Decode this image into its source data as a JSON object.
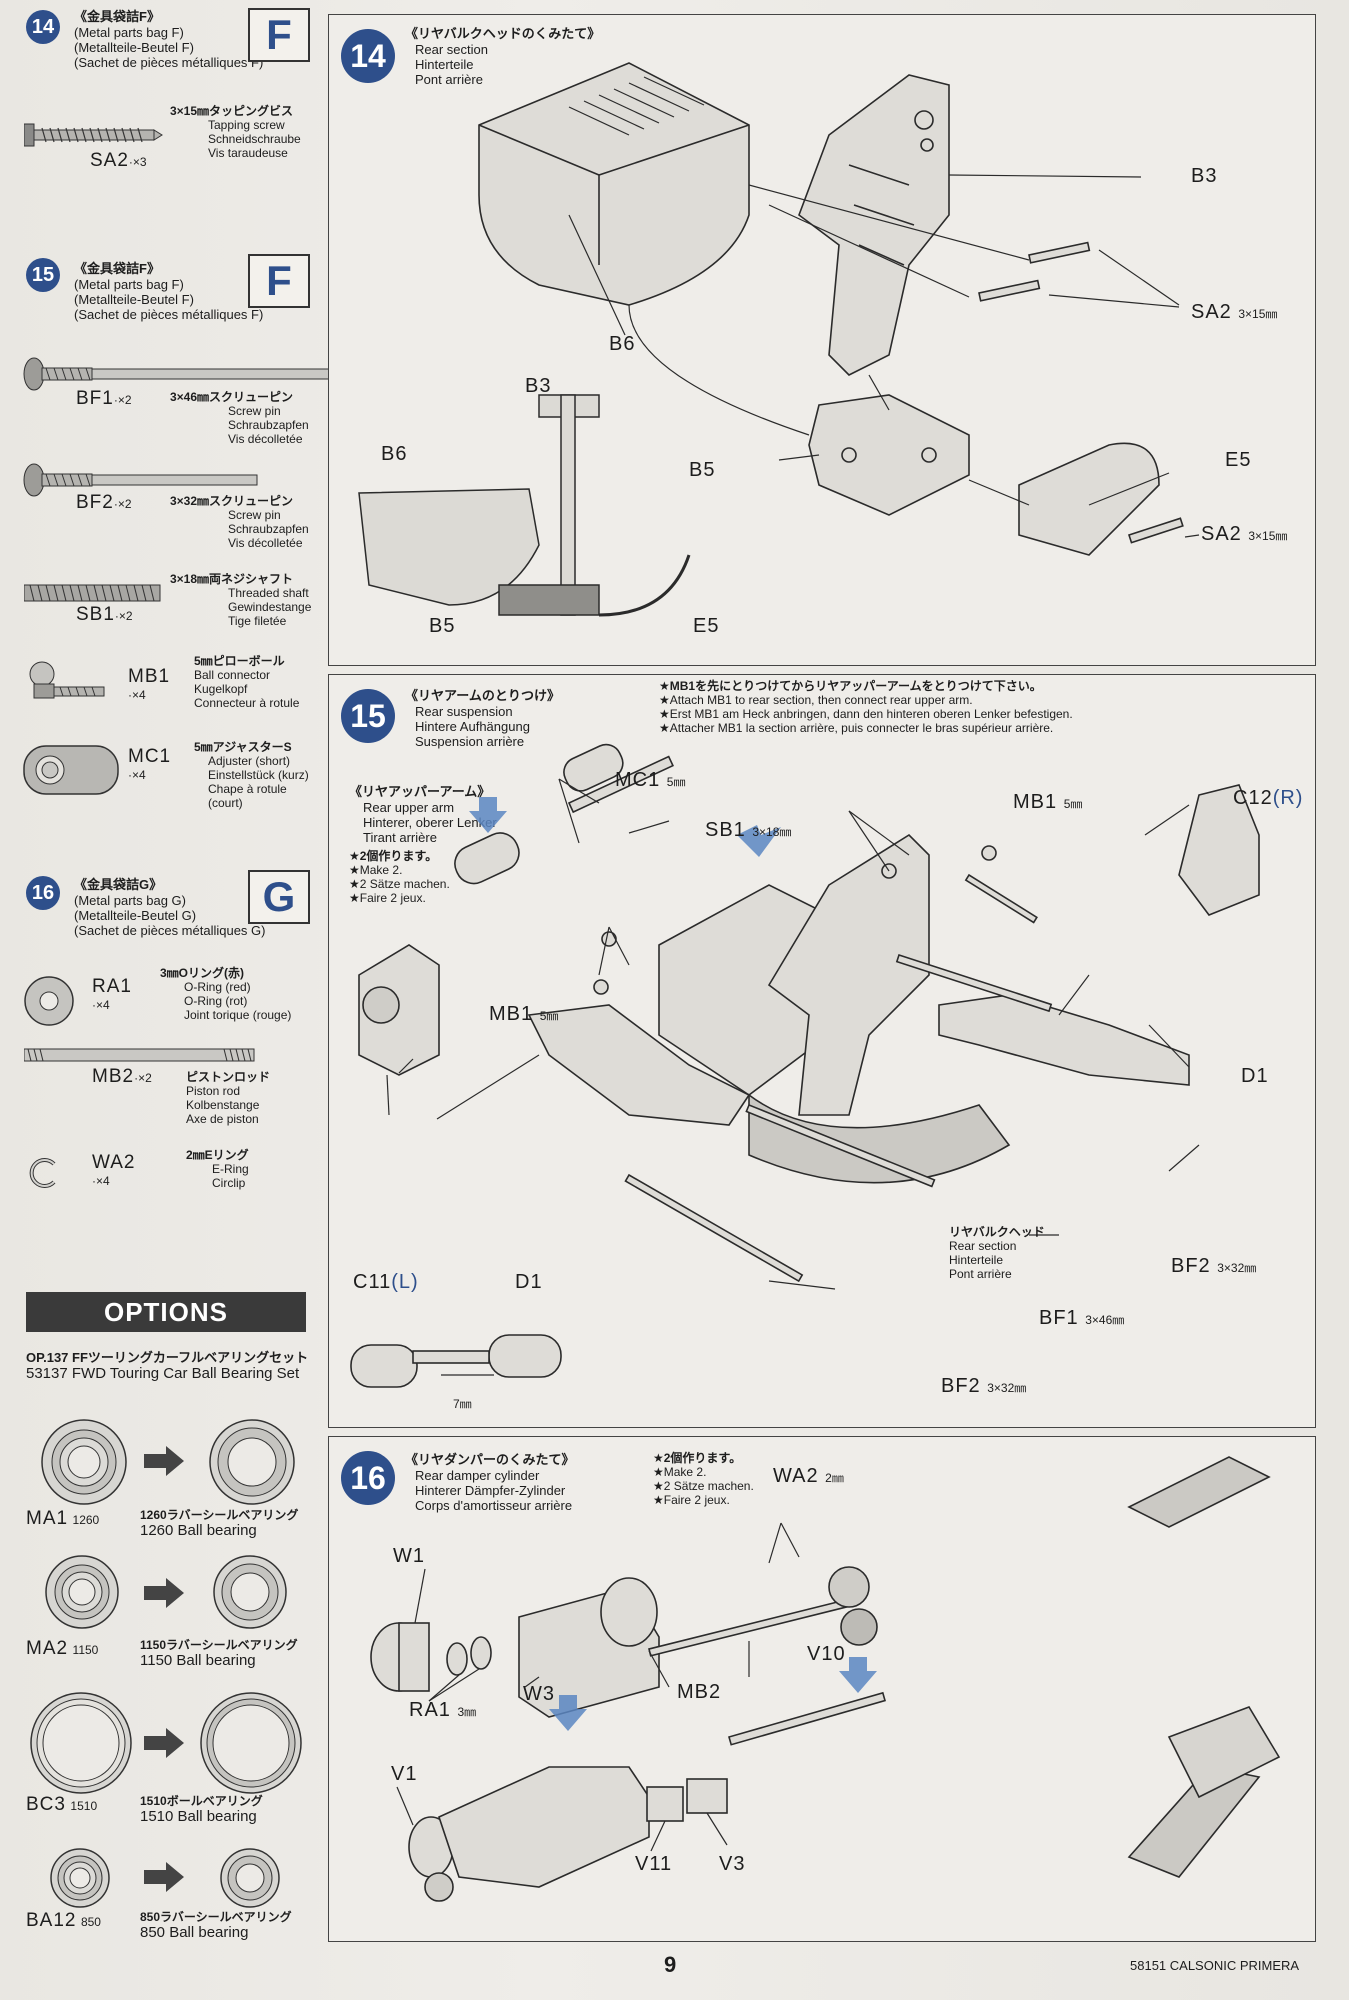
{
  "step14_bag": {
    "num": "14",
    "jp": "《金具袋詰F》",
    "en": "(Metal parts bag F)",
    "de": "(Metallteile-Beutel F)",
    "fr": "(Sachet de pièces métalliques F)",
    "letter": "F"
  },
  "sa2": {
    "jp": "3×15㎜タッピングビス",
    "en": "Tapping screw",
    "de": "Schneidschraube",
    "fr": "Vis taraudeuse",
    "code": "SA2",
    "qty": "·×3"
  },
  "step15_bag": {
    "num": "15",
    "jp": "《金具袋詰F》",
    "en": "(Metal parts bag F)",
    "de": "(Metallteile-Beutel F)",
    "fr": "(Sachet de pièces métalliques F)",
    "letter": "F"
  },
  "bf1": {
    "jp": "3×46㎜スクリューピン",
    "en": "Screw pin",
    "de": "Schraubzapfen",
    "fr": "Vis décolletée",
    "code": "BF1",
    "qty": "·×2"
  },
  "bf2": {
    "jp": "3×32㎜スクリューピン",
    "en": "Screw pin",
    "de": "Schraubzapfen",
    "fr": "Vis décolletée",
    "code": "BF2",
    "qty": "·×2"
  },
  "sb1": {
    "jp": "3×18㎜両ネジシャフト",
    "en": "Threaded shaft",
    "de": "Gewindestange",
    "fr": "Tige filetée",
    "code": "SB1",
    "qty": "·×2"
  },
  "mb1": {
    "jp": "5㎜ピローボール",
    "en": "Ball connector",
    "de": "Kugelkopf",
    "fr": "Connecteur à rotule",
    "code": "MB1",
    "qty": "·×4"
  },
  "mc1": {
    "jp": "5㎜アジャスターS",
    "en": "Adjuster (short)",
    "de": "Einstellstück (kurz)",
    "fr": "Chape à rotule",
    "fr2": "(court)",
    "code": "MC1",
    "qty": "·×4"
  },
  "step16_bag": {
    "num": "16",
    "jp": "《金具袋詰G》",
    "en": "(Metal parts bag G)",
    "de": "(Metallteile-Beutel G)",
    "fr": "(Sachet de pièces métalliques G)",
    "letter": "G"
  },
  "ra1": {
    "jp": "3㎜Oリング(赤)",
    "en": "O-Ring (red)",
    "de": "O-Ring (rot)",
    "fr": "Joint torique (rouge)",
    "code": "RA1",
    "qty": "·×4"
  },
  "mb2": {
    "jp": "ピストンロッド",
    "en": "Piston rod",
    "de": "Kolbenstange",
    "fr": "Axe de piston",
    "code": "MB2",
    "qty": "·×2"
  },
  "wa2": {
    "jp": "2㎜Eリング",
    "en": "E-Ring",
    "de": "Circlip",
    "code": "WA2",
    "qty": "·×4"
  },
  "options": {
    "title": "OPTIONS",
    "op_jp": "OP.137  FFツーリングカーフルベアリングセット",
    "op_en": "53137 FWD Touring Car Ball Bearing Set",
    "items": [
      {
        "code": "MA1",
        "num": "1260",
        "jp": "1260ラバーシールベアリング",
        "en": "1260 Ball bearing"
      },
      {
        "code": "MA2",
        "num": "1150",
        "jp": "1150ラバーシールベアリング",
        "en": "1150 Ball bearing"
      },
      {
        "code": "BC3",
        "num": "1510",
        "jp": "1510ボールベアリング",
        "en": "1510 Ball bearing"
      },
      {
        "code": "BA12",
        "num": "850",
        "jp": "850ラバーシールベアリング",
        "en": "850 Ball bearing"
      }
    ]
  },
  "panel14": {
    "num": "14",
    "jp": "《リヤバルクヘッドのくみたて》",
    "en": "Rear section",
    "de": "Hinterteile",
    "fr": "Pont arrière",
    "labels": {
      "b3": "B3",
      "sa2": "SA2",
      "sa2_size": "3×15㎜",
      "b6": "B6",
      "b3b": "B3",
      "b6b": "B6",
      "b5": "B5",
      "b5b": "B5",
      "e5": "E5",
      "e5b": "E5",
      "sa2b": "SA2",
      "sa2b_size": "3×15㎜"
    }
  },
  "panel15": {
    "num": "15",
    "jp": "《リヤアームのとりつけ》",
    "en": "Rear suspension",
    "de": "Hintere Aufhängung",
    "fr": "Suspension arrière",
    "note_jp": "★MB1を先にとりつけてからリヤアッパーアームをとりつけて下さい。",
    "note_en": "★Attach MB1 to rear section, then connect rear upper arm.",
    "note_de": "★Erst MB1 am Heck anbringen, dann den hinteren oberen Lenker befestigen.",
    "note_fr": "★Attacher MB1 la section arrière, puis connecter le bras supérieur arrière.",
    "upper_jp": "《リヤアッパーアーム》",
    "upper_en": "Rear upper arm",
    "upper_de": "Hinterer, oberer Lenker",
    "upper_fr": "Tirant arrière",
    "make_jp": "★2個作ります。",
    "make_en": "★Make 2.",
    "make_de": "★2 Sätze machen.",
    "make_fr": "★Faire 2 jeux.",
    "labels": {
      "mc1": "MC1",
      "mc1_size": "5㎜",
      "sb1": "SB1",
      "sb1_size": "3×18㎜",
      "mb1a": "MB1",
      "mb1a_size": "5㎜",
      "mb1b": "MB1",
      "mb1b_size": "5㎜",
      "c12": "C12",
      "c12_color": "(R)",
      "d1a": "D1",
      "d1b": "D1",
      "c11": "C11",
      "c11_color": "(L)",
      "bf2a": "BF2",
      "bf2a_size": "3×32㎜",
      "bf1": "BF1",
      "bf1_size": "3×46㎜",
      "bf2b": "BF2",
      "bf2b_size": "3×32㎜",
      "mm7": "7㎜"
    },
    "rear_jp": "リヤバルクヘッド",
    "rear_en": "Rear section",
    "rear_de": "Hinterteile",
    "rear_fr": "Pont arrière"
  },
  "panel16": {
    "num": "16",
    "jp": "《リヤダンパーのくみたて》",
    "en": "Rear damper cylinder",
    "de": "Hinterer Dämpfer-Zylinder",
    "fr": "Corps d'amortisseur arrière",
    "make_jp": "★2個作ります。",
    "make_en": "★Make 2.",
    "make_de": "★2 Sätze machen.",
    "make_fr": "★Faire 2 jeux.",
    "labels": {
      "w1": "W1",
      "ra1": "RA1",
      "ra1_size": "3㎜",
      "w3": "W3",
      "wa2": "WA2",
      "wa2_size": "2㎜",
      "mb2": "MB2",
      "v10": "V10",
      "v1": "V1",
      "v11": "V11",
      "v3": "V3"
    }
  },
  "footer": {
    "page": "9",
    "code": "58151 CALSONIC PRIMERA"
  }
}
